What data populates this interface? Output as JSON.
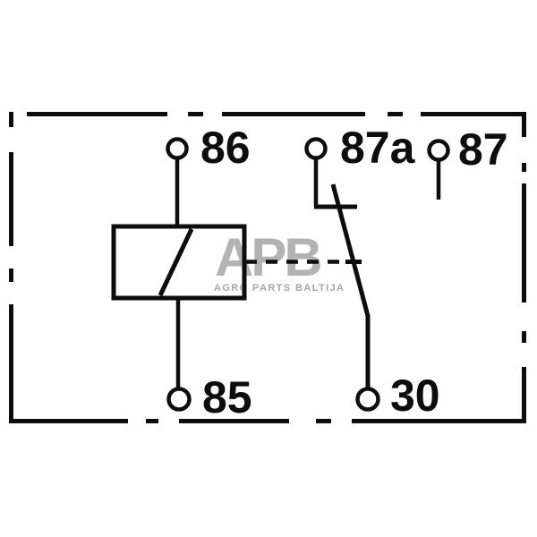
{
  "diagram": {
    "terminals": {
      "t86": {
        "label": "86"
      },
      "t87a": {
        "label": "87a"
      },
      "t87": {
        "label": "87"
      },
      "t85": {
        "label": "85"
      },
      "t30": {
        "label": "30"
      }
    }
  },
  "watermark": {
    "logo": "APB",
    "text": "AGRO PARTS BALTIJA"
  },
  "colors": {
    "line": "#0d0d0d",
    "watermark_logo": "#b3b3b3",
    "watermark_text": "#a6a6a6",
    "background": "#ffffff"
  }
}
